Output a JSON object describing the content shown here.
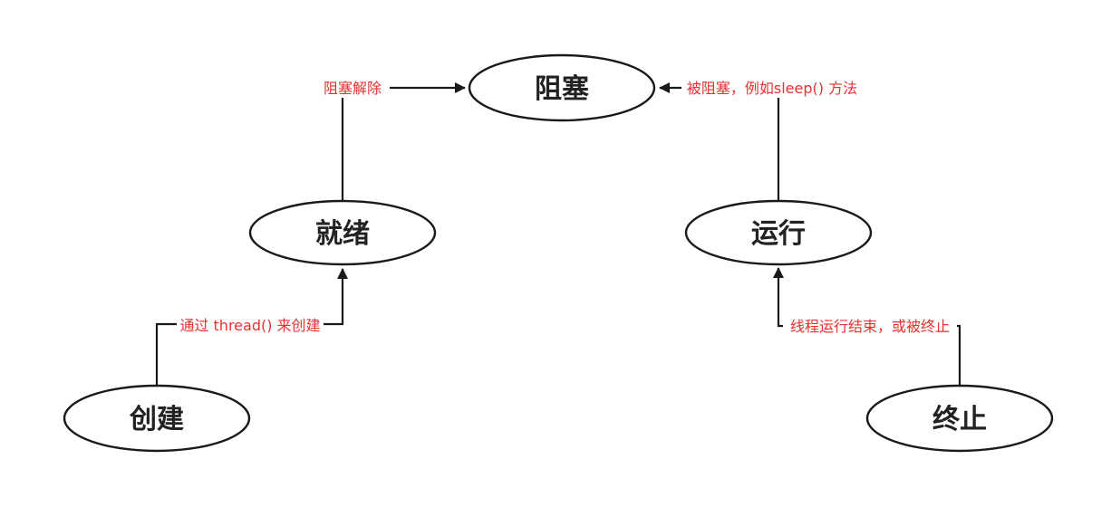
{
  "nodes": {
    "blocked": "阻塞",
    "ready": "就绪",
    "running": "运行",
    "created": "创建",
    "terminated": "终止"
  },
  "edges": {
    "create_to_ready": "通过 thread() 来创建",
    "ready_to_blocked": "阻塞解除",
    "running_to_blocked": "被阻塞，例如sleep() 方法",
    "terminated_to_running": "线程运行结束，或被终止"
  },
  "colors": {
    "edge_label": "#e8312f",
    "stroke": "#1a1a1a",
    "node_text": "#222222"
  }
}
